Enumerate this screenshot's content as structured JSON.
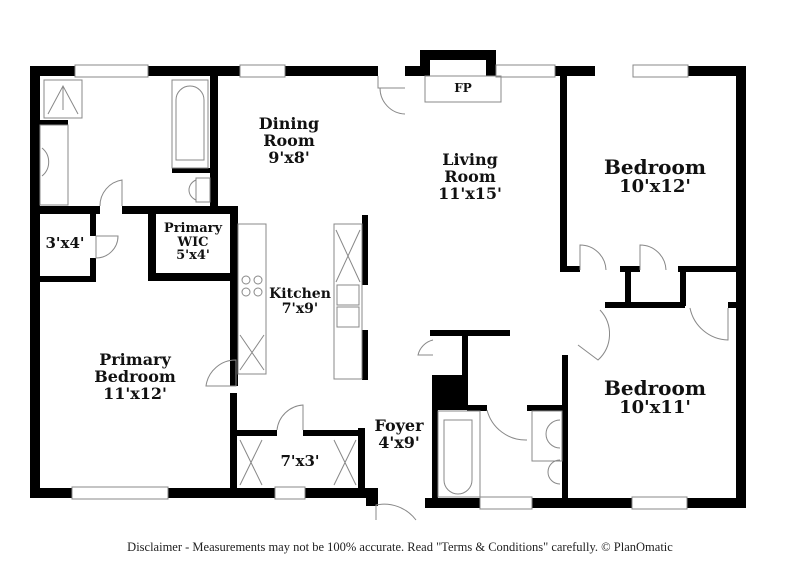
{
  "rooms": {
    "dining": {
      "name_line1": "Dining",
      "name_line2": "Room",
      "size": "9'x8'"
    },
    "living": {
      "name_line1": "Living",
      "name_line2": "Room",
      "size": "11'x15'"
    },
    "bedroom_1": {
      "name": "Bedroom",
      "size": "10'x12'"
    },
    "bedroom_2": {
      "name": "Bedroom",
      "size": "10'x11'"
    },
    "primary_wic": {
      "name_line1": "Primary",
      "name_line2": "WIC",
      "size": "5'x4'"
    },
    "closet_small": {
      "size": "3'x4'"
    },
    "kitchen": {
      "name": "Kitchen",
      "size": "7'x9'"
    },
    "primary_bedroom": {
      "name_line1": "Primary",
      "name_line2": "Bedroom",
      "size": "11'x12'"
    },
    "closet_hall": {
      "size": "7'x3'"
    },
    "foyer": {
      "name": "Foyer",
      "size": "4'x9'"
    },
    "fireplace": {
      "label": "FP"
    }
  },
  "footer": {
    "disclaimer": "Disclaimer - Measurements may not be 100% accurate. Read \"Terms & Conditions\" carefully. © PlanOmatic"
  }
}
